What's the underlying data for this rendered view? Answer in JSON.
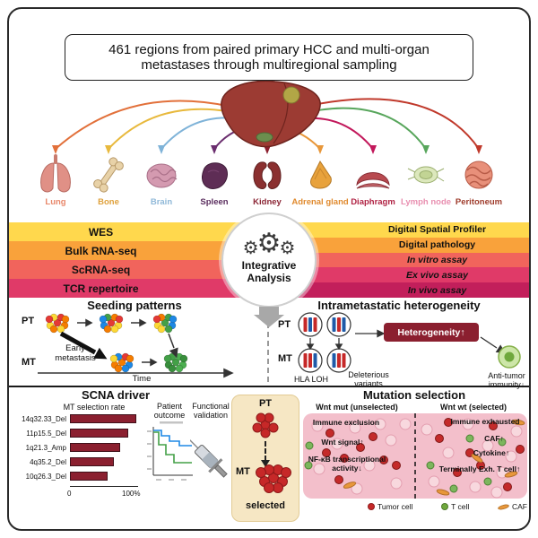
{
  "title": "461 regions from paired primary HCC and multi-organ metastases through multiregional sampling",
  "organs": [
    {
      "name": "Lung",
      "color": "#E8876A"
    },
    {
      "name": "Bone",
      "color": "#DFA13C"
    },
    {
      "name": "Brain",
      "color": "#8FB8D8"
    },
    {
      "name": "Spleen",
      "color": "#5A2D5E"
    },
    {
      "name": "Kidney",
      "color": "#8B2635"
    },
    {
      "name": "Adrenal gland",
      "color": "#E08A2E"
    },
    {
      "name": "Diaphragm",
      "color": "#B02344"
    },
    {
      "name": "Lymph node",
      "color": "#E88FB0"
    },
    {
      "name": "Peritoneum",
      "color": "#9E3B2B"
    }
  ],
  "assays_left": [
    {
      "label": "WES",
      "color": "#FFD84D"
    },
    {
      "label": "Bulk RNA-seq",
      "color": "#F9A23B"
    },
    {
      "label": "ScRNA-seq",
      "color": "#F1645C"
    },
    {
      "label": "TCR repertoire",
      "color": "#E03A68"
    }
  ],
  "assays_right": [
    {
      "label": "Digital Spatial Profiler",
      "color": "#FFD84D"
    },
    {
      "label": "Digital pathology",
      "color": "#F9A23B"
    },
    {
      "label": "In vitro assay",
      "color": "#F1645C"
    },
    {
      "label": "Ex vivo assay",
      "color": "#E03A68"
    },
    {
      "label": "In vivo assay",
      "color": "#C21F5B"
    }
  ],
  "integrative": {
    "line1": "Integrative",
    "line2": "Analysis"
  },
  "seeding": {
    "title": "Seeding patterns",
    "pt": "PT",
    "mt": "MT",
    "early": "Early metastasis",
    "time": "Time"
  },
  "hetero": {
    "title": "Intrametastatic heterogeneity",
    "pt": "PT",
    "mt": "MT",
    "hla": "HLA LOH",
    "deleterious": "Deleterious variants",
    "badge": "Heterogeneity↑",
    "badge_color": "#8B1F2F",
    "immunity": "Anti-tumor immunity↓"
  },
  "scna": {
    "title": "SCNA driver",
    "rate_label": "MT selection rate",
    "outcome_label": "Patient outcome",
    "validation_label": "Functional validation",
    "axis_min": "0",
    "axis_max": "100%",
    "chart": {
      "type": "bar",
      "categories": [
        "14q32.33_Del",
        "11p15.5_Del",
        "1q21.3_Amp",
        "4q35.2_Del",
        "10q26.3_Del"
      ],
      "values": [
        97,
        86,
        74,
        65,
        55
      ],
      "xlim": [
        0,
        100
      ],
      "bar_color": "#8B1F2F"
    }
  },
  "flow": {
    "pt": "PT",
    "mt": "MT",
    "selected": "selected"
  },
  "mutation": {
    "title": "Mutation selection",
    "left_header": "Wnt mut (unselected)",
    "right_header": "Wnt wt (selected)",
    "left_items": [
      "Immune exclusion",
      "Wnt signal↑",
      "NF-κB transcriptional activity↓"
    ],
    "right_items": [
      "Immune exhausted",
      "CAF↑",
      "Cytokine↑",
      "Terminally Exh. T cell↑"
    ],
    "legend": [
      {
        "label": "Tumor cell",
        "color": "#C62828"
      },
      {
        "label": "T cell",
        "color": "#6FA83C"
      },
      {
        "label": "CAF",
        "color": "#E8973A"
      }
    ]
  }
}
